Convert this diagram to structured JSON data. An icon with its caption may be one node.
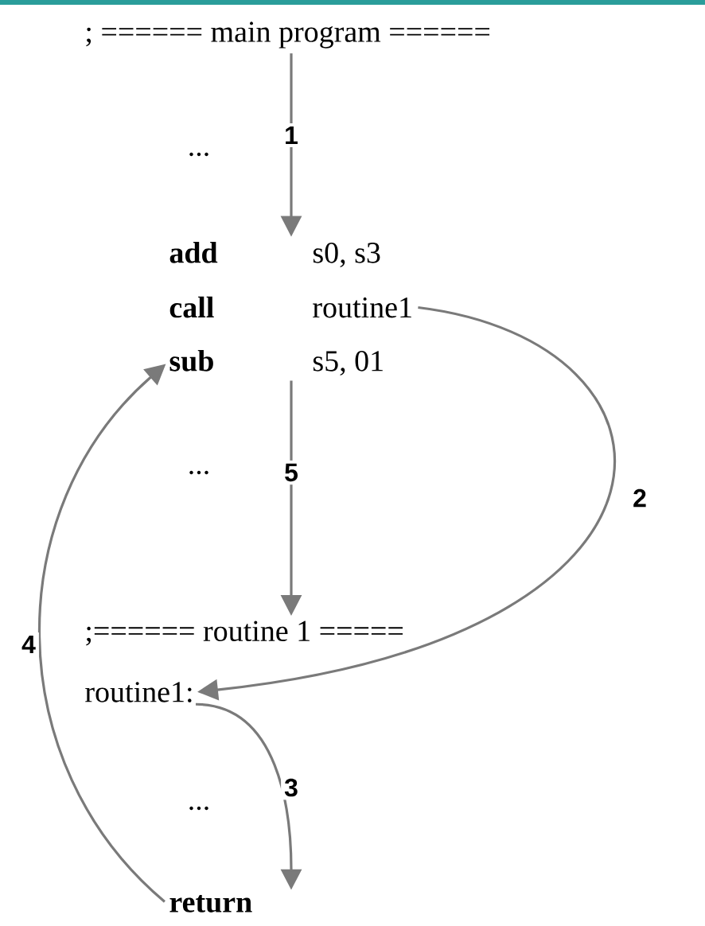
{
  "diagram": {
    "nodes": [
      {
        "text": [
          "; ====== main program ======"
        ]
      },
      {
        "text": [
          "add",
          "s0, s3"
        ]
      },
      {
        "text": [
          "call",
          "routine1"
        ]
      },
      {
        "text": [
          "sub",
          "s5, 01"
        ]
      },
      {
        "text": [
          ";====== routine 1 ====="
        ]
      },
      {
        "text": [
          "routine1:"
        ]
      },
      {
        "text": [
          "return"
        ]
      }
    ],
    "edges": [
      {
        "from": 0,
        "to": 1,
        "arrow": "to",
        "label": "1"
      },
      {
        "from": 2,
        "to": 5,
        "arrow": "to",
        "label": "2"
      },
      {
        "from": 5,
        "to": 6,
        "arrow": "to",
        "label": "3"
      },
      {
        "from": 6,
        "to": 3,
        "arrow": "to",
        "label": "4"
      },
      {
        "from": 3,
        "to": 4,
        "arrow": "to",
        "label": "5"
      }
    ],
    "labels": [
      "...",
      "...",
      "..."
    ]
  }
}
